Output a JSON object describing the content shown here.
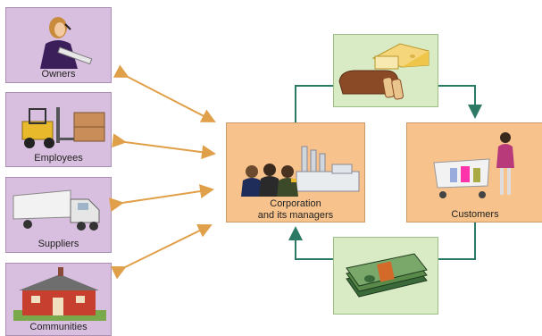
{
  "stakeholders": [
    {
      "label": "Owners",
      "icon": "businesswoman-phone-icon"
    },
    {
      "label": "Employees",
      "icon": "forklift-icon"
    },
    {
      "label": "Suppliers",
      "icon": "truck-icon"
    },
    {
      "label": "Communities",
      "icon": "barn-icon"
    }
  ],
  "corporation": {
    "line1": "Corporation",
    "line2": "and its managers",
    "icon": "managers-factory-icon"
  },
  "customers": {
    "label": "Customers",
    "icon": "shopper-cart-icon"
  },
  "products": {
    "icon": "bread-cheese-icon"
  },
  "money": {
    "icon": "money-stack-icon"
  },
  "colors": {
    "stake_bg": "#d9bfdf",
    "orange_bg": "#f7c28c",
    "green_bg": "#d9ebc4",
    "arrow_orange": "#e0a04a",
    "arrow_green": "#2c7a66"
  }
}
